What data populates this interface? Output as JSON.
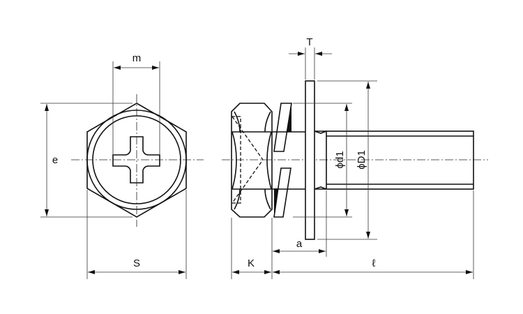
{
  "title": "Hex head screw with spring washer and flat washer dimension drawing",
  "labels": {
    "m": "m",
    "e": "e",
    "S": "S",
    "T": "T",
    "K": "K",
    "a": "a",
    "l": "ℓ",
    "d1": "ϕd1",
    "D1": "ϕD1"
  },
  "colors": {
    "line": "#111111",
    "background": "#ffffff"
  }
}
